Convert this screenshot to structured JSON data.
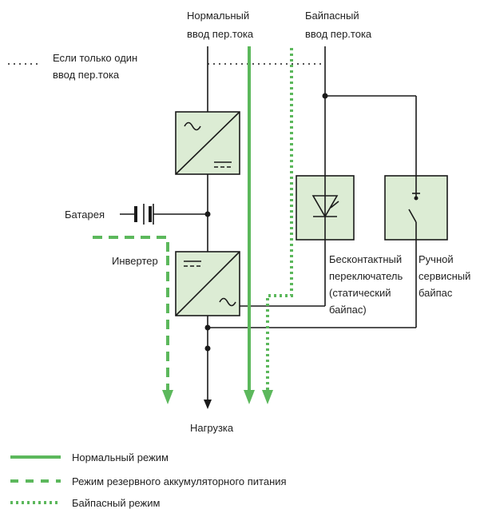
{
  "labels": {
    "normal_input_line1": "Нормальный",
    "normal_input_line2": "ввод пер.тока",
    "bypass_input_line1": "Байпасный",
    "bypass_input_line2": "ввод пер.тока",
    "single_input_line1": "Если только один",
    "single_input_line2": "ввод пер.тока",
    "battery": "Батарея",
    "inverter": "Инвертер",
    "static_switch_line1": "Бесконтактный",
    "static_switch_line2": "переключатель",
    "static_switch_line3": "(статический",
    "static_switch_line4": "байпас)",
    "manual_bypass_line1": "Ручной",
    "manual_bypass_line2": "сервисный",
    "manual_bypass_line3": "байпас",
    "load": "Нагрузка"
  },
  "legend": {
    "normal_mode": "Нормальный режим",
    "battery_mode": "Режим резервного аккумуляторного питания",
    "bypass_mode": "Байпасный режим"
  },
  "colors": {
    "normal": "#5cb85c",
    "battery": "#5cb85c",
    "bypass": "#5cb85c",
    "box_fill": "#dcecd4",
    "line": "#1a1a1a"
  },
  "symbols": {
    "rectifier": "ac-to-dc",
    "inverter": "dc-to-ac",
    "static_switch": "thyristor",
    "manual_bypass": "switch"
  }
}
